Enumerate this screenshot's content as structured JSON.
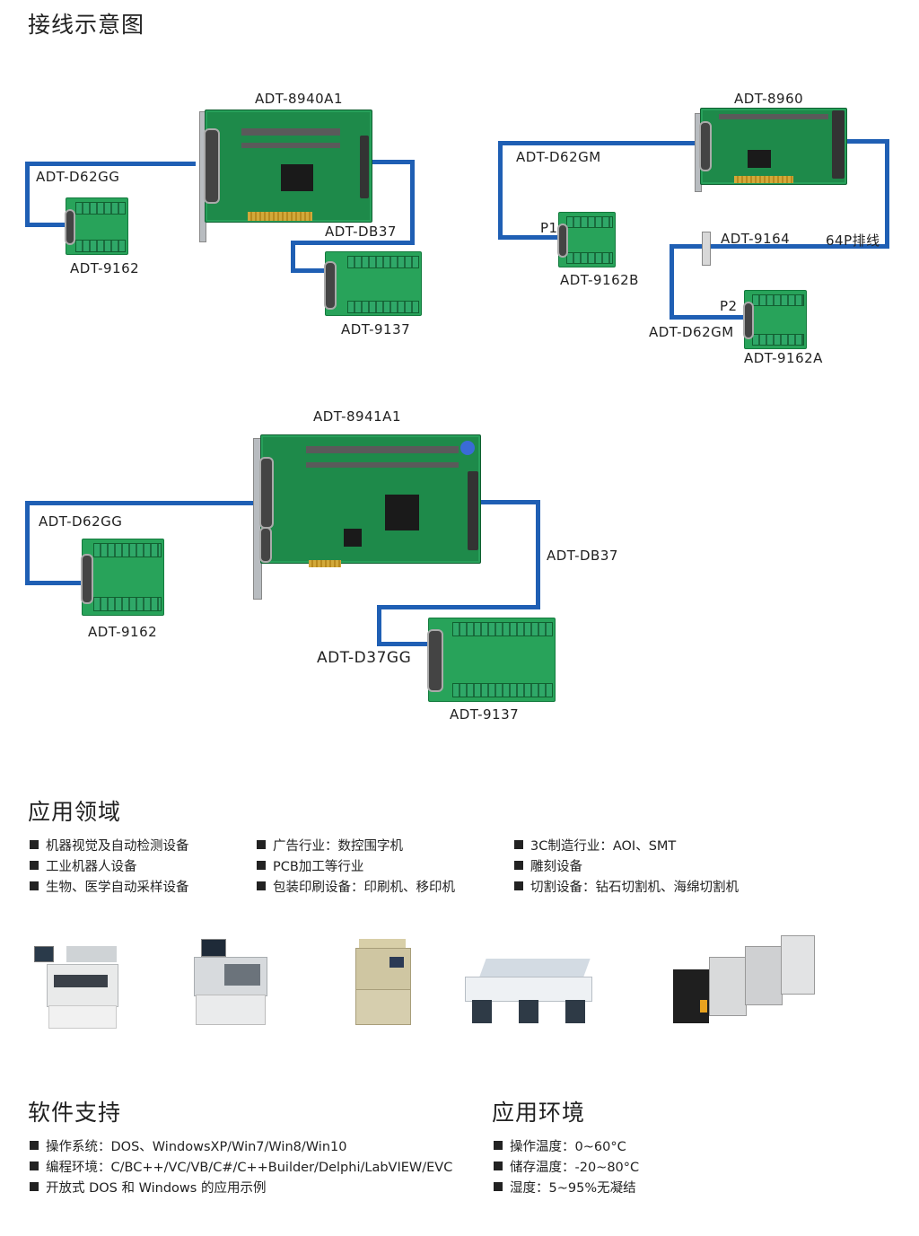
{
  "wiring": {
    "title": "接线示意图",
    "d1": {
      "card": "ADT-8940A1",
      "cable_left": "ADT-D62GG",
      "board_left": "ADT-9162",
      "cable_right": "ADT-DB37",
      "board_right": "ADT-9137"
    },
    "d2": {
      "card": "ADT-8960",
      "cable_1": "ADT-D62GM",
      "port_1": "P1",
      "board_1": "ADT-9162B",
      "adapter": "ADT-9164",
      "flat_cable": "64P排线",
      "port_2": "P2",
      "cable_2": "ADT-D62GM",
      "board_2": "ADT-9162A"
    },
    "d3": {
      "card": "ADT-8941A1",
      "cable_left": "ADT-D62GG",
      "board_left": "ADT-9162",
      "cable_right": "ADT-DB37",
      "cable_bottom": "ADT-D37GG",
      "board_right": "ADT-9137"
    }
  },
  "applications": {
    "title": "应用领域",
    "col1": [
      "机器视觉及自动检测设备",
      "工业机器人设备",
      "生物、医学自动采样设备"
    ],
    "col2": [
      "广告行业：数控围字机",
      "PCB加工等行业",
      "包装印刷设备：印刷机、移印机"
    ],
    "col3": [
      "3C制造行业：AOI、SMT",
      "雕刻设备",
      "切割设备：钻石切割机、海绵切割机"
    ]
  },
  "software": {
    "title": "软件支持",
    "items": [
      "操作系统：DOS、WindowsXP/Win7/Win8/Win10",
      "编程环境：C/BC++/VC/VB/C#/C++Builder/Delphi/LabVIEW/EVC",
      "开放式 DOS 和 Windows 的应用示例"
    ]
  },
  "environment": {
    "title": "应用环境",
    "items": [
      "操作温度：0~60°C",
      "储存温度：-20~80°C",
      "湿度：5~95%无凝结"
    ]
  },
  "colors": {
    "cable": "#1f5fb4",
    "pcb": "#1e8a4a",
    "text": "#222222"
  }
}
